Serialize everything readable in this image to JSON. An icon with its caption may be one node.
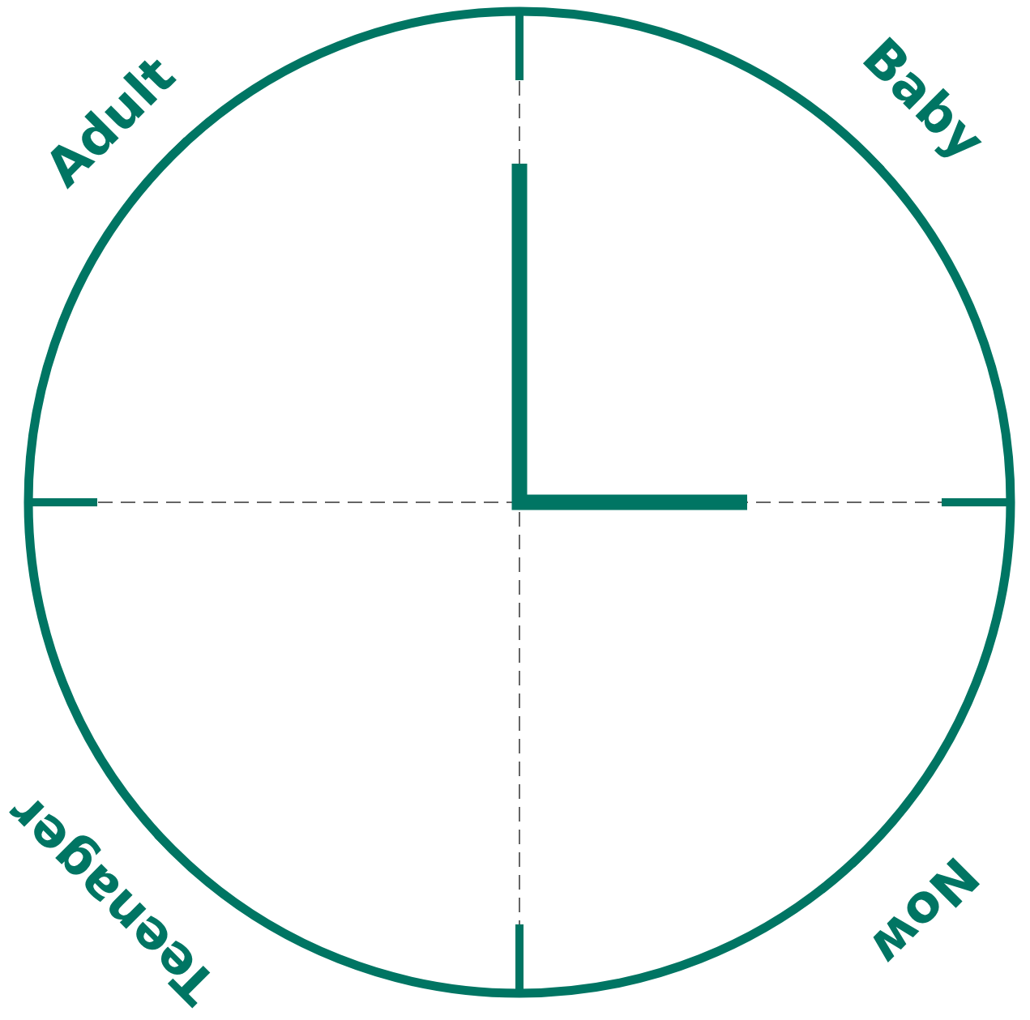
{
  "diagram": {
    "labels": [
      "Adult",
      "Baby",
      "Teenager",
      "Now"
    ]
  }
}
